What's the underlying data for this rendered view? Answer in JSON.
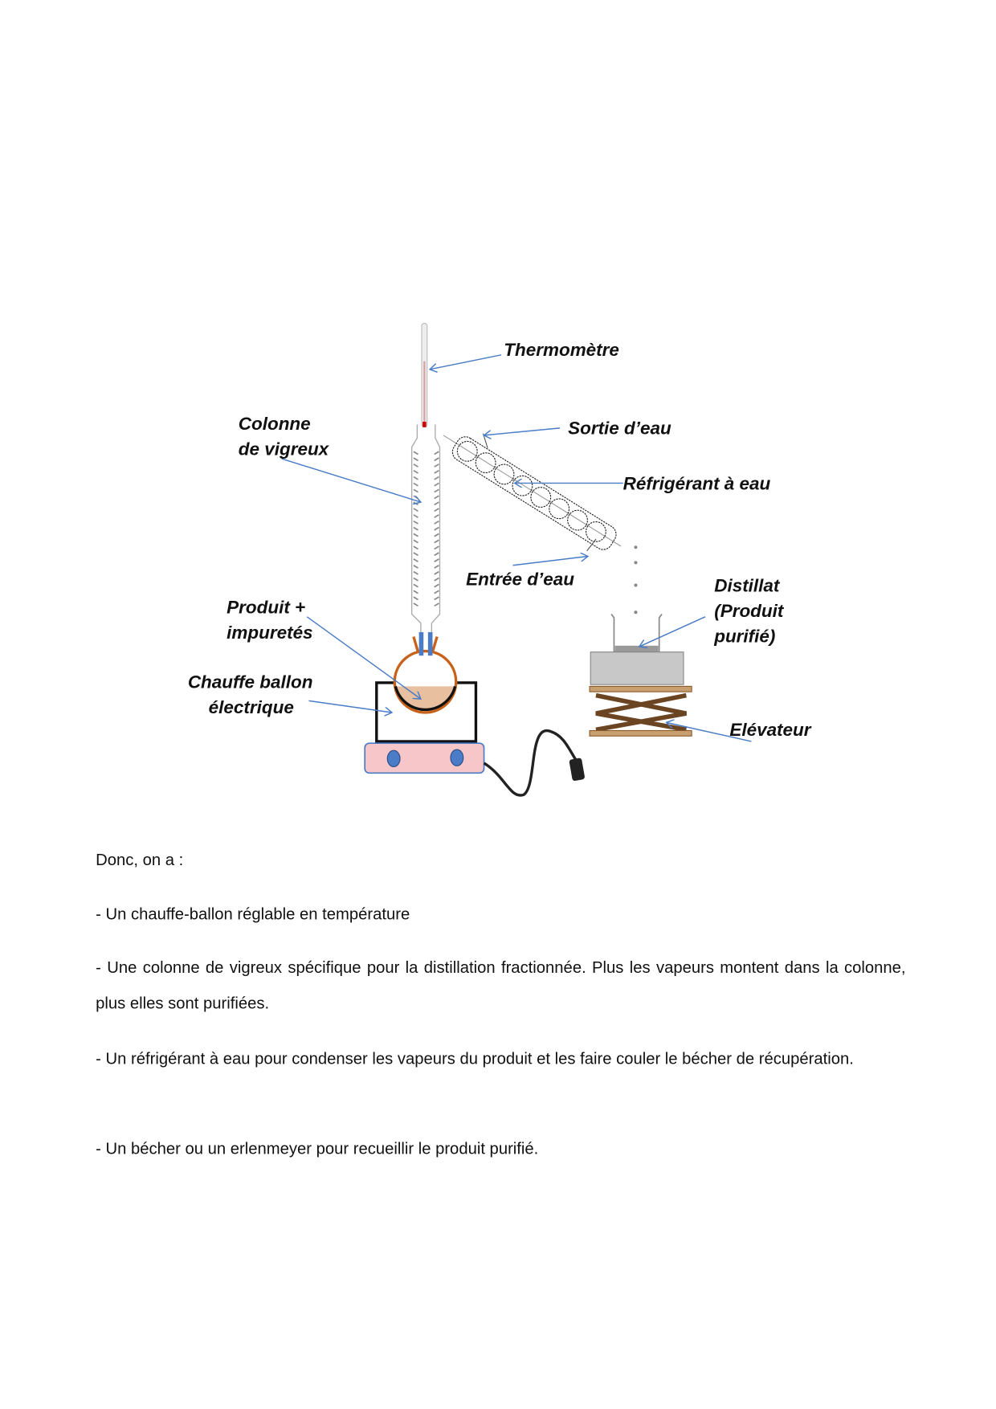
{
  "diagram": {
    "labels": {
      "thermometre": "Thermomètre",
      "colonne_1": "Colonne",
      "colonne_2": "de vigreux",
      "sortie": "Sortie d’eau",
      "refrigerant": "Réfrigérant à eau",
      "entree": "Entrée d’eau",
      "produit_1": "Produit +",
      "produit_2": "impuretés",
      "distillat_1": "Distillat",
      "distillat_2": "(Produit",
      "distillat_3": "purifié)",
      "chauffe_1": "Chauffe ballon",
      "chauffe_2": "électrique",
      "elevateur": "Elévateur"
    },
    "colors": {
      "arrow": "#4a7cc7",
      "flask": "#c8621a",
      "liquid": "#e8c0a0",
      "heater_base": "#f7c6c8",
      "knob": "#4a7cc7",
      "lift": "#8b5a2b"
    }
  },
  "text": {
    "intro": "Donc, on a :",
    "items": [
      "- Un chauffe-ballon réglable en température",
      "- Une colonne de vigreux spécifique pour la distillation fractionnée. Plus les vapeurs montent dans la colonne, plus elles sont purifiées.",
      "- Un réfrigérant à eau pour condenser les vapeurs du produit et les faire couler le bécher de récupération.",
      "- Un bécher ou un erlenmeyer pour recueillir le produit purifié."
    ]
  }
}
